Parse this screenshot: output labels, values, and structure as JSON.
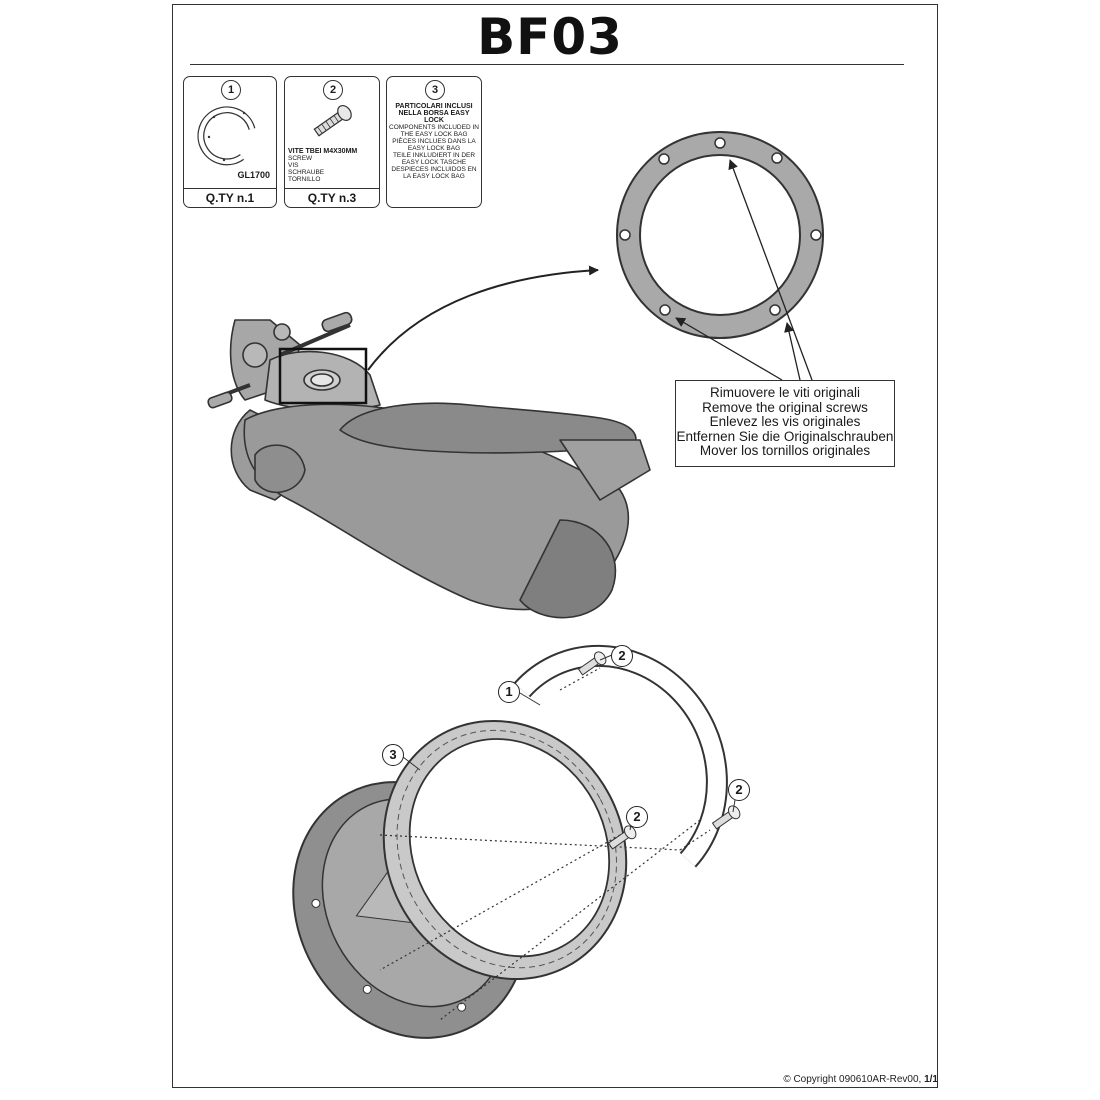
{
  "title": "BF03",
  "parts": [
    {
      "number": "1",
      "code": "GL1700",
      "qty": "Q.TY n.1"
    },
    {
      "number": "2",
      "name": "VITE TBEI M4x30mm",
      "translations": [
        "SCREW",
        "VIS",
        "SCHRAUBE",
        "TORNILLO"
      ],
      "qty": "Q.TY n.3"
    },
    {
      "number": "3",
      "heading": "PARTICOLARI INCLUSI NELLA BORSA EASY LOCK",
      "translations": [
        "COMPONENTS INCLUDED IN THE EASY LOCK BAG",
        "PIÈCES INCLUES DANS LA EASY LOCK BAG",
        "TEILE INKLUDIERT IN DER EASY LOCK TASCHE",
        "DESPIECES INCLUIDOS EN LA EASY LOCK BAG"
      ]
    }
  ],
  "remove_note": [
    "Rimuovere le viti originali",
    "Remove the original screws",
    "Enlevez  les vis originales",
    "Entfernen Sie die Originalschrauben",
    "Mover los tornillos originales"
  ],
  "callouts": [
    "1",
    "2",
    "2",
    "2",
    "3"
  ],
  "footer_copyright": "© Copyright 090610AR-Rev00,",
  "footer_page": "1/1"
}
